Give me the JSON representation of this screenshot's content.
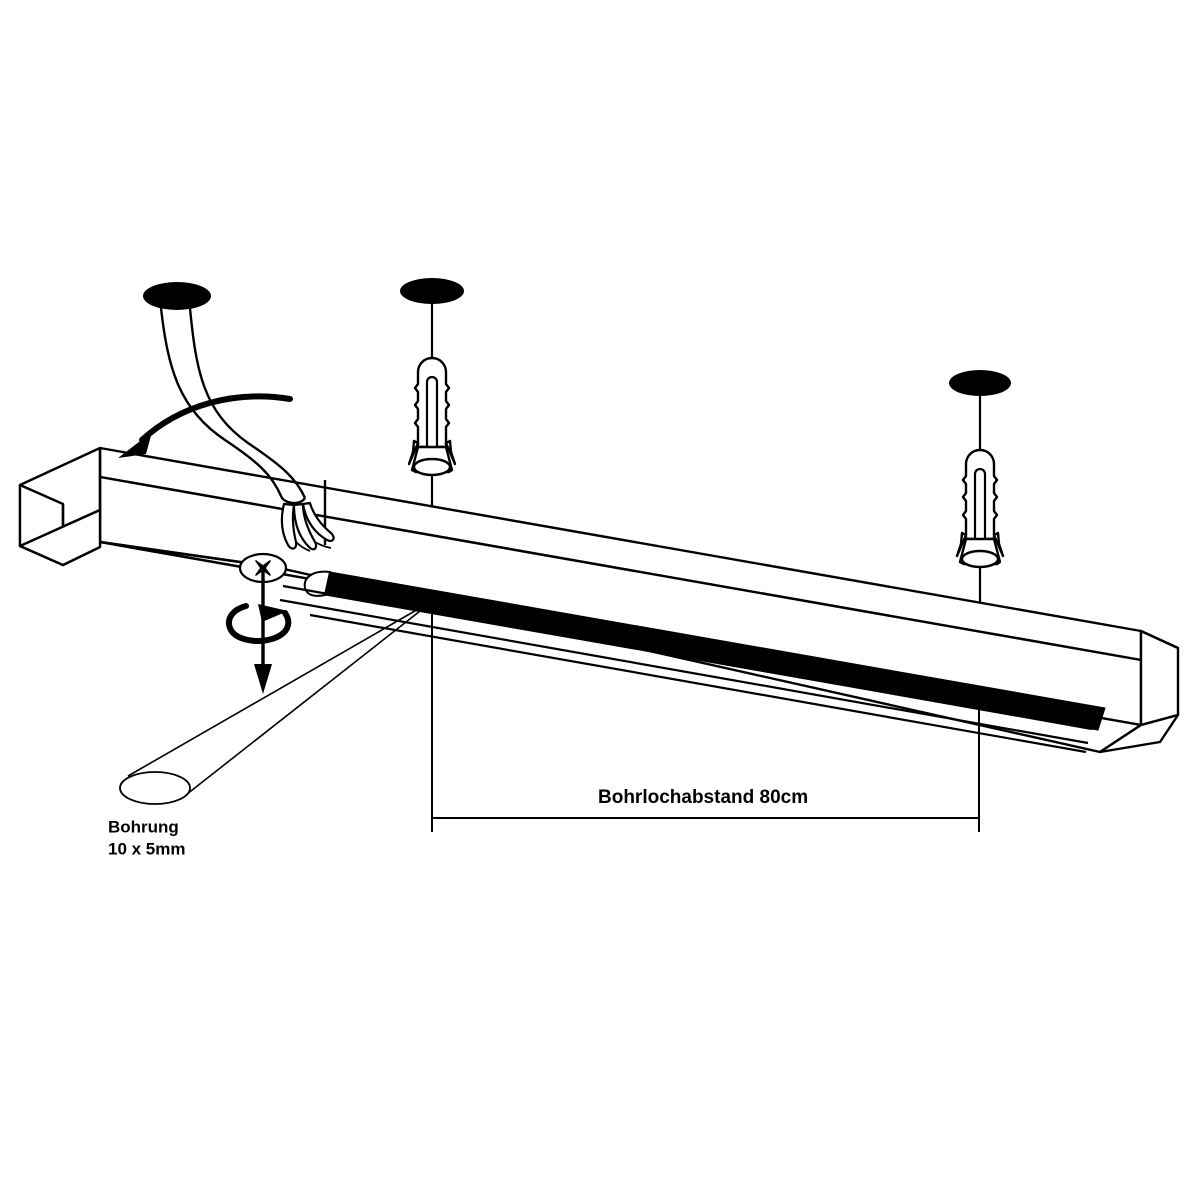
{
  "document": {
    "type": "technical-assembly-diagram",
    "subject": "LED Leuchte Deckenmontage",
    "background_color": "#ffffff",
    "line_color": "#000000",
    "accent_color": "#000000"
  },
  "annotations": {
    "drill_hole": {
      "title": "Bohrung",
      "spec": "10 x 5mm"
    },
    "dimension": {
      "label": "Bohrlochabstand 80cm",
      "value": "80",
      "unit": "cm"
    }
  },
  "parts": {
    "fixture": {
      "name": "Leuchtenprofil",
      "end_cap_left": "Endkappe links",
      "end_cap_right": "Endkappe rechts",
      "led_channel": "LED Lichtkanal"
    },
    "ceiling_points": [
      {
        "id": "cable-outlet",
        "name": "Kabelauslass Decke"
      },
      {
        "id": "drill-hole-1",
        "name": "Bohrloch 1"
      },
      {
        "id": "drill-hole-2",
        "name": "Bohrloch 2"
      }
    ],
    "wall_plugs": [
      {
        "id": "wall-plug-1",
        "name": "Duebel 1"
      },
      {
        "id": "wall-plug-2",
        "name": "Duebel 2"
      }
    ],
    "cable": {
      "name": "Netzkabel",
      "strand_count": "3"
    },
    "screw": {
      "name": "Befestigungsschraube",
      "head": "Kreuzschlitz"
    }
  },
  "icons": {
    "ceiling_ellipse": "ellipse-icon",
    "wall_plug": "wall-plug-icon",
    "cable": "cable-icon",
    "screw_head": "screw-head-icon",
    "rotate_arrow": "rotate-arrow-icon",
    "down_arrow": "down-arrow-icon",
    "curved_arrow": "curved-arrow-icon",
    "drill_hole": "drill-hole-icon",
    "dimension_line": "dimension-line-icon"
  }
}
